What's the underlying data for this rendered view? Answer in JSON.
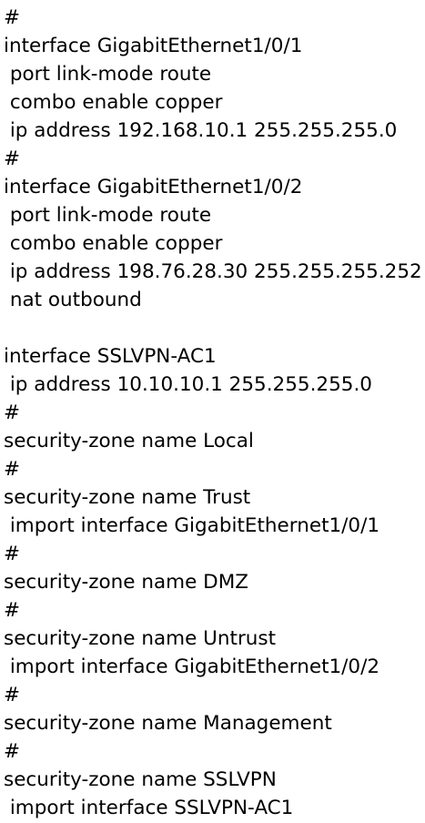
{
  "config": {
    "lines": [
      "#",
      "interface GigabitEthernet1/0/1",
      " port link-mode route",
      " combo enable copper",
      " ip address 192.168.10.1 255.255.255.0",
      "#",
      "interface GigabitEthernet1/0/2",
      " port link-mode route",
      " combo enable copper",
      " ip address 198.76.28.30 255.255.255.252",
      " nat outbound",
      "",
      "interface SSLVPN-AC1",
      " ip address 10.10.10.1 255.255.255.0",
      "#",
      "security-zone name Local",
      "#",
      "security-zone name Trust",
      " import interface GigabitEthernet1/0/1",
      "#",
      "security-zone name DMZ",
      "#",
      "security-zone name Untrust",
      " import interface GigabitEthernet1/0/2",
      "#",
      "security-zone name Management",
      "#",
      "security-zone name SSLVPN",
      " import interface SSLVPN-AC1"
    ]
  }
}
